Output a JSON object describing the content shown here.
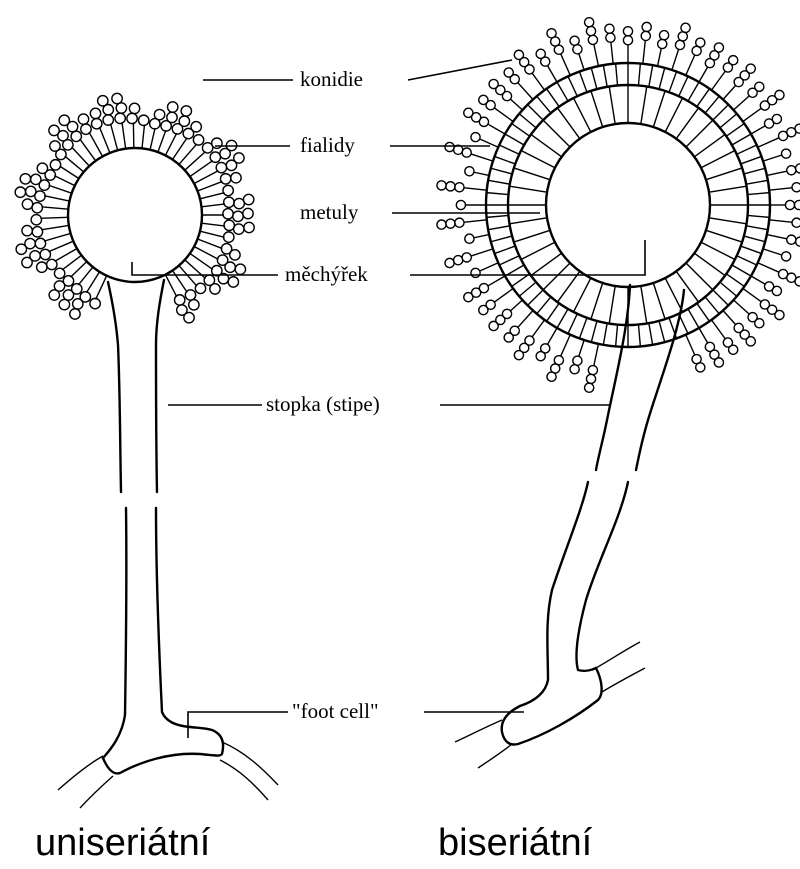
{
  "labels": {
    "conidia": "konidie",
    "phialides": "fialidy",
    "metulae": "metuly",
    "vesicle": "měchýřek",
    "stipe": "stopka (stipe)",
    "foot_cell": "\"foot cell\""
  },
  "captions": {
    "left": "uniseriátní",
    "right": "biseriátní"
  }
}
